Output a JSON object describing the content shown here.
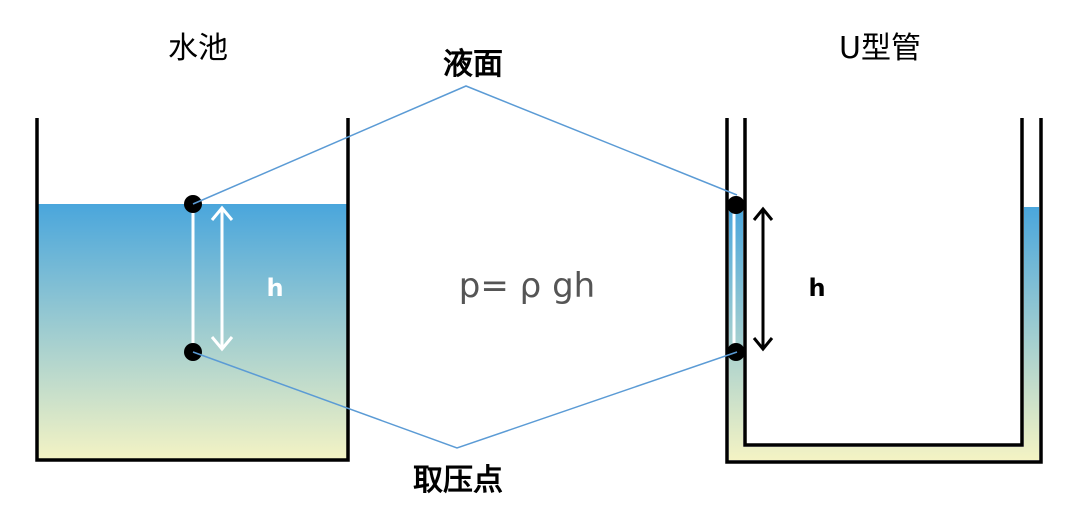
{
  "labels": {
    "pool": "水池",
    "u_tube": "U型管",
    "liquid_surface": "液面",
    "pressure_point": "取压点",
    "formula": "p= ρ gh",
    "h_left": "h",
    "h_right": "h"
  },
  "colors": {
    "water_top": "#4aa6dc",
    "water_bottom": "#f4f3c4",
    "leader_line": "#5b9bd5",
    "formula": "#555555"
  }
}
